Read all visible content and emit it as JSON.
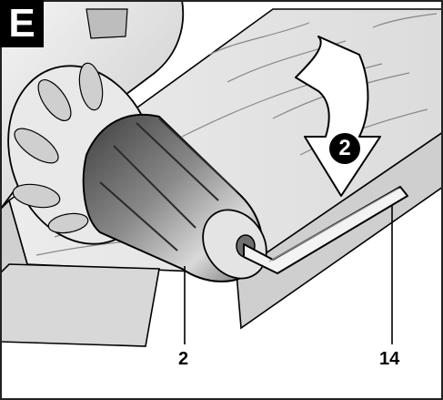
{
  "figure": {
    "panel_letter": "E",
    "step_number": "2",
    "callouts": [
      {
        "id": "chuck",
        "text": "2"
      },
      {
        "id": "hex_key",
        "text": "14"
      }
    ]
  },
  "colors": {
    "outline": "#000000",
    "frame": "#222222",
    "background": "#ffffff",
    "wood_top": "#e7e7e7",
    "wood_side": "#d6d6d6",
    "chuck_dark": "#4a4a4a",
    "chuck_light": "#cfcfcf",
    "drill_body": "#e0e0e0"
  },
  "icons": [
    "rotation-arrow-icon",
    "hex-key-icon"
  ]
}
